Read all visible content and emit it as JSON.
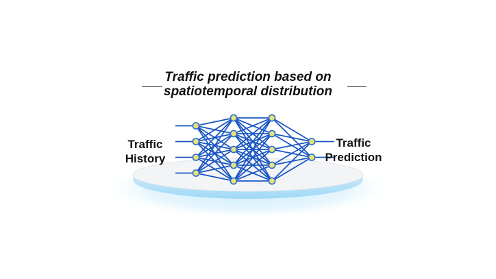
{
  "title": {
    "line1": "Traffic prediction based on",
    "line2": "spatiotemporal distribution"
  },
  "input_label": {
    "line1": "Traffic",
    "line2": "History"
  },
  "output_label": {
    "line1": "Traffic",
    "line2": "Prediction"
  },
  "network": {
    "layers": [
      {
        "nodes": 4,
        "role": "input"
      },
      {
        "nodes": 5,
        "role": "hidden"
      },
      {
        "nodes": 5,
        "role": "hidden"
      },
      {
        "nodes": 2,
        "role": "output"
      }
    ],
    "input_arrows": 4,
    "output_arrows": 2
  },
  "colors": {
    "edge": "#1a56c4",
    "node_fill": "#e8e27a",
    "node_stroke": "#2f6fd6",
    "platform_top": "#f3f4f6",
    "platform_glow": "#bfe6fb",
    "text": "#111111"
  }
}
